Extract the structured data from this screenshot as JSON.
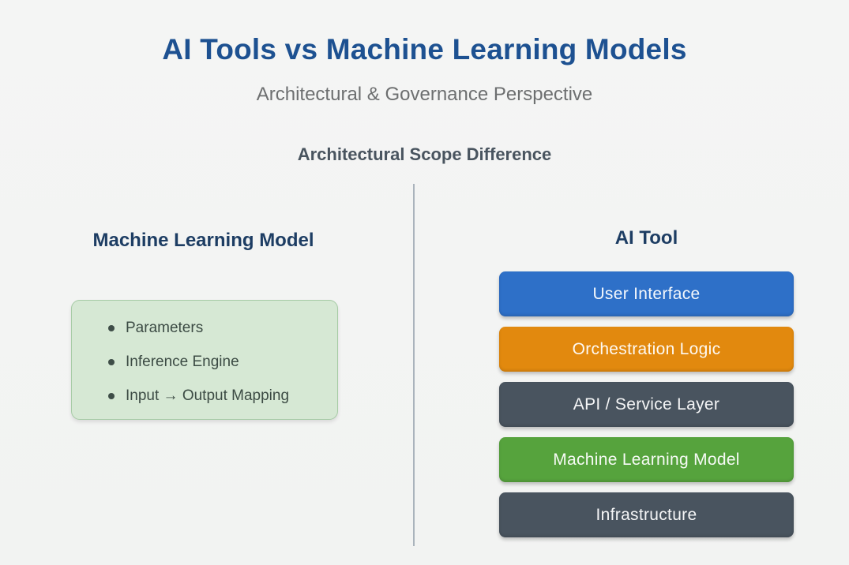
{
  "header": {
    "title": "AI Tools vs Machine Learning Models",
    "subtitle": "Architectural & Governance Perspective"
  },
  "section": {
    "heading": "Architectural Scope Difference"
  },
  "left": {
    "heading": "Machine Learning Model",
    "bullets": [
      "Parameters",
      "Inference Engine",
      "Input → Output Mapping"
    ],
    "panel_bg": "#d6e8d4",
    "panel_border": "#a6cba5"
  },
  "right": {
    "heading": "AI Tool",
    "layers": [
      {
        "label": "User Interface",
        "color": "#2e70c8"
      },
      {
        "label": "Orchestration Logic",
        "color": "#e2890e"
      },
      {
        "label": "API / Service Layer",
        "color": "#49545f"
      },
      {
        "label": "Machine Learning Model",
        "color": "#56a33d"
      },
      {
        "label": "Infrastructure",
        "color": "#49545f"
      }
    ]
  },
  "colors": {
    "title": "#1d5191",
    "subtitle": "#6d6f70",
    "section_heading": "#49545f",
    "column_heading": "#1d3d63",
    "divider": "#aab3bc",
    "background": "#f3f4f3"
  }
}
